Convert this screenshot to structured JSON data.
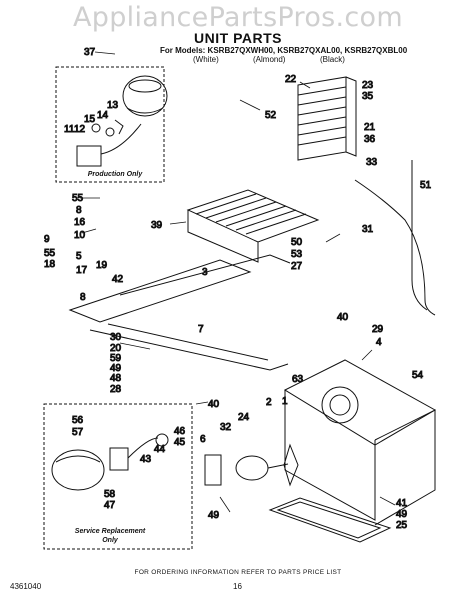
{
  "watermark": "AppliancePartsPros.com",
  "title": "UNIT PARTS",
  "models_line": "For Models: KSRB27QXWH00, KSRB27QXAL00, KSRB27QXBL00",
  "colors": {
    "white": "(White)",
    "almond": "(Almond)",
    "black": "(Black)"
  },
  "production_note": "Production Only",
  "service_note": {
    "line1": "Service Replacement",
    "line2": "Only"
  },
  "footer": "FOR ORDERING INFORMATION REFER TO PARTS PRICE LIST",
  "doc_number": "4361040",
  "page_number": "16",
  "callouts": {
    "c37": "37",
    "c22": "22",
    "c23": "23",
    "c35": "35",
    "c52": "52",
    "c13": "13",
    "c14": "14",
    "c15": "15",
    "c12": "12",
    "c11": "11",
    "c21": "21",
    "c36": "36",
    "c33": "33",
    "c51": "51",
    "c55a": "55",
    "c8a": "8",
    "c39": "39",
    "c16": "16",
    "c10": "10",
    "c9": "9",
    "c55b": "55",
    "c5": "5",
    "c19": "19",
    "c17": "17",
    "c42": "42",
    "c18": "18",
    "c8b": "8",
    "c3": "3",
    "c31": "31",
    "c50": "50",
    "c53": "53",
    "c27": "27",
    "c30": "30",
    "c20": "20",
    "c59": "59",
    "c49a": "49",
    "c48": "48",
    "c28": "28",
    "c7": "7",
    "c40a": "40",
    "c29": "29",
    "c4": "4",
    "c63": "63",
    "c54": "54",
    "c40b": "40",
    "c56": "56",
    "c57": "57",
    "c2": "2",
    "c1": "1",
    "c24": "24",
    "c32": "32",
    "c6": "6",
    "c46": "46",
    "c44": "44",
    "c45": "45",
    "c43": "43",
    "c58": "58",
    "c47": "47",
    "c41": "41",
    "c49b": "49",
    "c49c": "49",
    "c25": "25"
  }
}
